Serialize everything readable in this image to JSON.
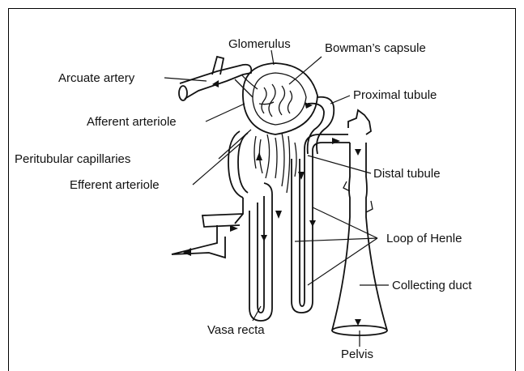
{
  "figure": {
    "labels": {
      "glomerulus": "Glomerulus",
      "bowmans_capsule": "Bowman’s capsule",
      "arcuate_artery": "Arcuate artery",
      "proximal_tubule": "Proximal tubule",
      "afferent_arteriole": "Afferent arteriole",
      "peritubular_capillaries": "Peritubular capillaries",
      "efferent_arteriole": "Efferent arteriole",
      "distal_tubule": "Distal tubule",
      "loop_of_henle": "Loop of Henle",
      "collecting_duct": "Collecting duct",
      "vasa_recta": "Vasa recta",
      "pelvis": "Pelvis"
    }
  }
}
